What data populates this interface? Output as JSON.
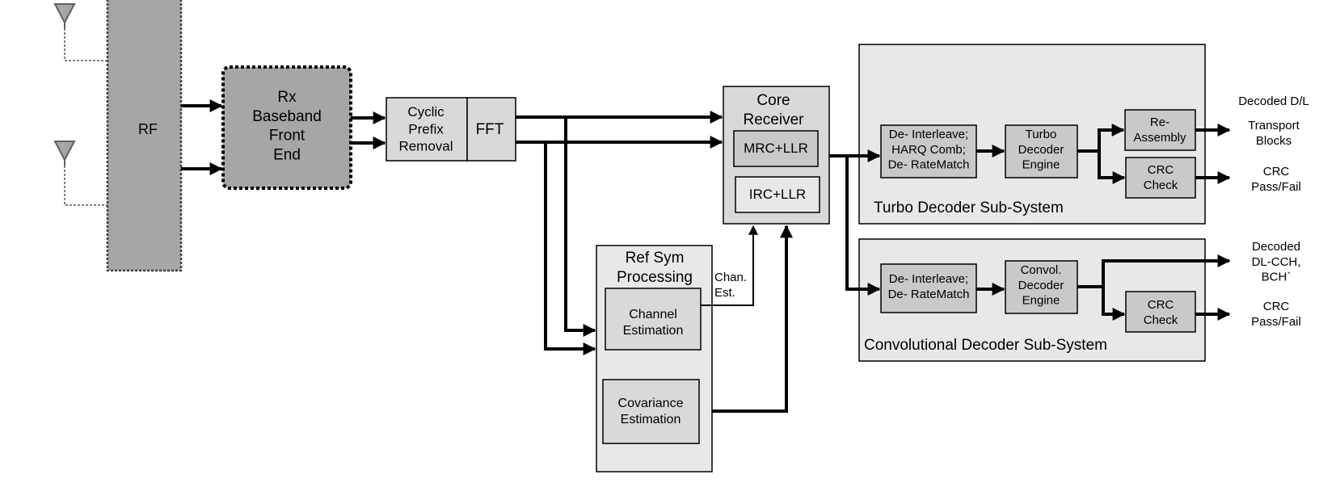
{
  "colors": {
    "dark_fill": "#a6a6a6",
    "mid_fill": "#c9c9c9",
    "light_fill": "#d9d9d9",
    "subsystem_fill": "#e8e8e8",
    "line": "#000000",
    "antenna_line": "#808080"
  },
  "icons": {
    "antenna": "antenna-icon"
  },
  "blocks": {
    "rf": [
      "RF"
    ],
    "rx_frontend": [
      "Rx",
      "Baseband",
      "Front",
      "End"
    ],
    "cyclic_prefix": [
      "Cyclic",
      "Prefix",
      "Removal"
    ],
    "fft": [
      "FFT"
    ],
    "core_receiver": [
      "Core",
      "Receiver"
    ],
    "mrc_llr": [
      "MRC+LLR"
    ],
    "irc_llr": [
      "IRC+LLR"
    ],
    "ref_sym": [
      "Ref Sym",
      "Processing"
    ],
    "channel_est": [
      "Channel",
      "Estimation"
    ],
    "covariance_est": [
      "Covariance",
      "Estimation"
    ],
    "chan_est_label": [
      "Chan.",
      "Est."
    ],
    "turbo_deinterleave": [
      "De- Interleave;",
      "HARQ Comb;",
      "De- RateMatch"
    ],
    "turbo_engine": [
      "Turbo",
      "Decoder",
      "Engine"
    ],
    "reassembly": [
      "Re-",
      "Assembly"
    ],
    "turbo_crc": [
      "CRC",
      "Check"
    ],
    "turbo_subsystem": [
      "Turbo Decoder Sub-System"
    ],
    "conv_deinterleave": [
      "De- Interleave;",
      "De- RateMatch"
    ],
    "conv_engine": [
      "Convol.",
      "Decoder",
      "Engine"
    ],
    "conv_crc": [
      "CRC",
      "Check"
    ],
    "conv_subsystem": [
      "Convolutional  Decoder Sub-System"
    ]
  },
  "outputs": {
    "decoded_dl": [
      "Decoded D/L"
    ],
    "transport_blocks": [
      "Transport",
      "Blocks"
    ],
    "turbo_crc_result": [
      "CRC",
      "Pass/Fail"
    ],
    "decoded_dlcch": [
      "Decoded",
      "DL-CCH,",
      "BCH`"
    ],
    "conv_crc_result": [
      "CRC",
      "Pass/Fail"
    ]
  }
}
